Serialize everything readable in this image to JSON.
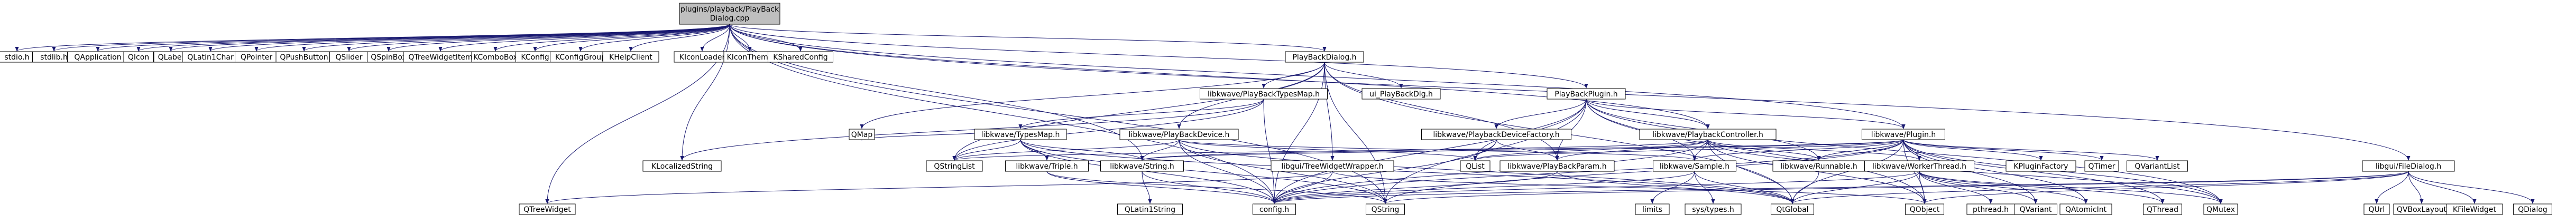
{
  "root": {
    "line1": "plugins/playback/PlayBack",
    "line2": "Dialog.cpp"
  },
  "nodes": {
    "stdio": "stdio.h",
    "stdlib": "stdlib.h",
    "qapplication": "QApplication",
    "qicon": "QIcon",
    "qlabel": "QLabel",
    "qlatin1char": "QLatin1Char",
    "qpointer": "QPointer",
    "qpushbutton": "QPushButton",
    "qslider": "QSlider",
    "qspinbox": "QSpinBox",
    "qtreewidgetitem": "QTreeWidgetItem",
    "kcombobox": "KComboBox",
    "kconfig": "KConfig",
    "kconfiggroup": "KConfigGroup",
    "khelpclient": "KHelpClient",
    "kiconloader": "KIconLoader",
    "kicontheme": "KIconTheme",
    "ksharedconfig": "KSharedConfig",
    "playbackdialog_h": "PlayBackDialog.h",
    "pb_typesmap_h": "libkwave/PlayBackTypesMap.h",
    "ui_playbackdlg": "ui_PlayBackDlg.h",
    "playbackplugin_h": "PlayBackPlugin.h",
    "qmap": "QMap",
    "kw_typesmap_h": "libkwave/TypesMap.h",
    "kw_playbackdevice_h": "libkwave/PlayBackDevice.h",
    "kw_pbdevfactory_h": "libkwave/PlaybackDeviceFactory.h",
    "kw_pbcontroller_h": "libkwave/PlaybackController.h",
    "kw_plugin_h": "libkwave/Plugin.h",
    "klocalizedstring": "KLocalizedString",
    "qstringlist": "QStringList",
    "kw_triple_h": "libkwave/Triple.h",
    "kw_string_h": "libkwave/String.h",
    "kgui_treewidgetwrapper_h": "libgui/TreeWidgetWrapper.h",
    "qlist": "QList",
    "kw_playbackparam_h": "libkwave/PlayBackParam.h",
    "kw_sample_h": "libkwave/Sample.h",
    "kw_runnable_h": "libkwave/Runnable.h",
    "kw_workerthread_h": "libkwave/WorkerThread.h",
    "kpluginfactory": "KPluginFactory",
    "qtimer": "QTimer",
    "qvariantlist": "QVariantList",
    "kgui_filedialog_h": "libgui/FileDialog.h",
    "qtreewidget": "QTreeWidget",
    "qlatin1string": "QLatin1String",
    "config_h": "config.h",
    "qstring": "QString",
    "limits_h": "limits",
    "systypes_h": "sys/types.h",
    "qtglobal": "QtGlobal",
    "qobject": "QObject",
    "pthread_h": "pthread.h",
    "qvariant": "QVariant",
    "qatomicint": "QAtomicInt",
    "qthread": "QThread",
    "qmutex": "QMutex",
    "qurl": "QUrl",
    "qvboxlayout": "QVBoxLayout",
    "kfilewidget": "KFileWidget",
    "qdialog": "QDialog"
  }
}
